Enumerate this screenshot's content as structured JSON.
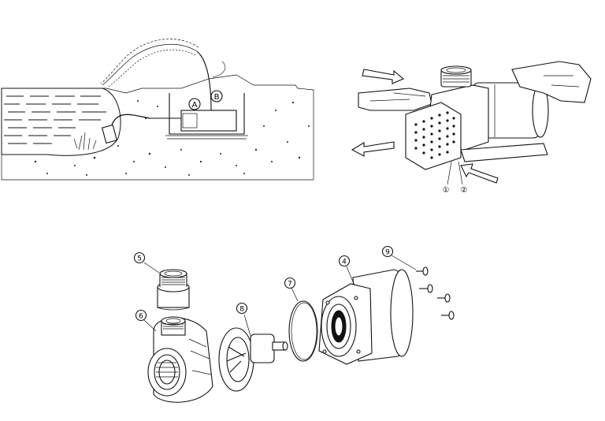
{
  "figures": {
    "installation_sketch": {
      "callouts": [
        "A",
        "B"
      ]
    },
    "handling_illustration": {
      "callouts": [
        "①",
        "②"
      ]
    },
    "exploded_view": {
      "part_numbers": [
        "5",
        "6",
        "8",
        "7",
        "4",
        "9"
      ]
    }
  }
}
